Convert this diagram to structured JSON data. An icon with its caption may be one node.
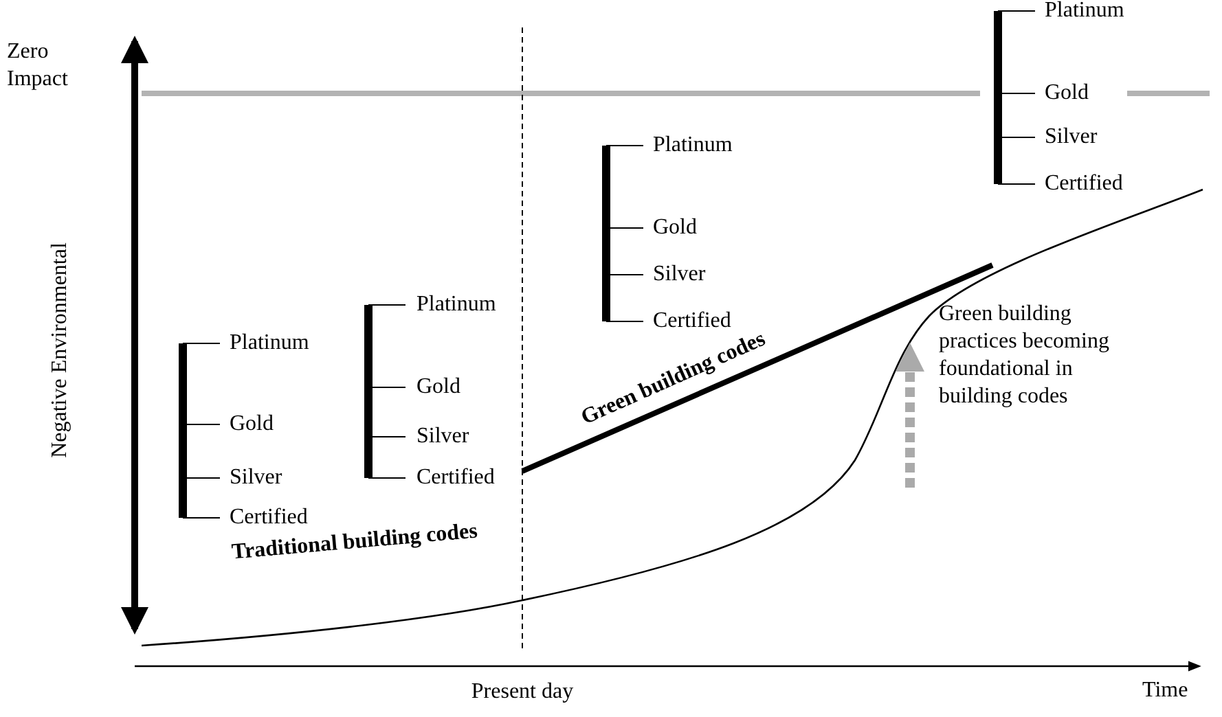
{
  "diagram": {
    "labels": [
      "Zero Impact",
      "Negative Environmental",
      "Platinum",
      "Gold",
      "Silver",
      "Certified",
      "Platinum",
      "Gold",
      "Silver",
      "Certified",
      "Platinum",
      "Gold",
      "Silver",
      "Certified",
      "Platinum",
      "Gold",
      "Silver",
      "Certified",
      "Green building codes",
      "Green building practices becoming foundational in building codes",
      "Traditional building codes",
      "Present day",
      "Time"
    ]
  }
}
